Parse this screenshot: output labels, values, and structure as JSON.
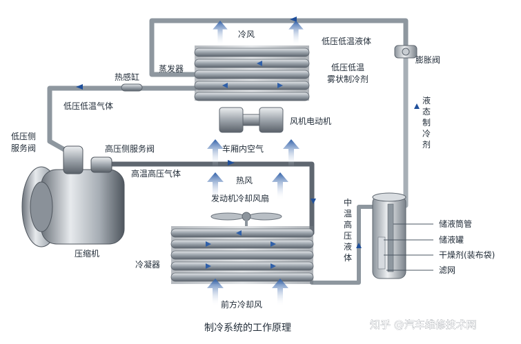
{
  "title": "制冷系统的工作原理",
  "watermark": "知乎 @汽车维修技术网",
  "labels": {
    "cold_air": "冷风",
    "low_pressure_low_temp_liquid": "低压低温液体",
    "expansion_valve": "膨胀阀",
    "evaporator": "蒸发器",
    "thermal_bulb": "热感缸",
    "low_pressure_low_temp_mist": "低压低温雾状制冷剂",
    "low_pressure_low_temp_gas": "低压低温气体",
    "liquid_refrigerant": "液态制冷剂",
    "blower_motor": "风机电动机",
    "cabin_air": "车厢内空气",
    "low_side_service_valve": "低压侧服务阀",
    "high_side_service_valve": "高压侧服务阀",
    "high_temp_high_pressure_gas": "高温高压气体",
    "hot_air": "热风",
    "engine_cooling_fan": "发动机冷却风扇",
    "mid_temp_high_pressure_liquid": "中温高压液体",
    "receiver_tube": "储液筒管",
    "receiver": "储液罐",
    "desiccant": "干燥剂(装布袋)",
    "filter": "滤网",
    "compressor": "压缩机",
    "condenser": "冷凝器",
    "front_cooling_air": "前方冷却风"
  },
  "colors": {
    "pipe": "#9aa3ad",
    "pipe_dark": "#5f6770",
    "arrow_blue": "#2f5fa8",
    "flow_arrow": "#1f4f9a",
    "coil_light": "#c9ced4",
    "coil_dark": "#6b737c"
  },
  "icons": {
    "airflow": "airflow-arrow-icon",
    "fan": "fan-icon",
    "compressor": "compressor-icon"
  }
}
